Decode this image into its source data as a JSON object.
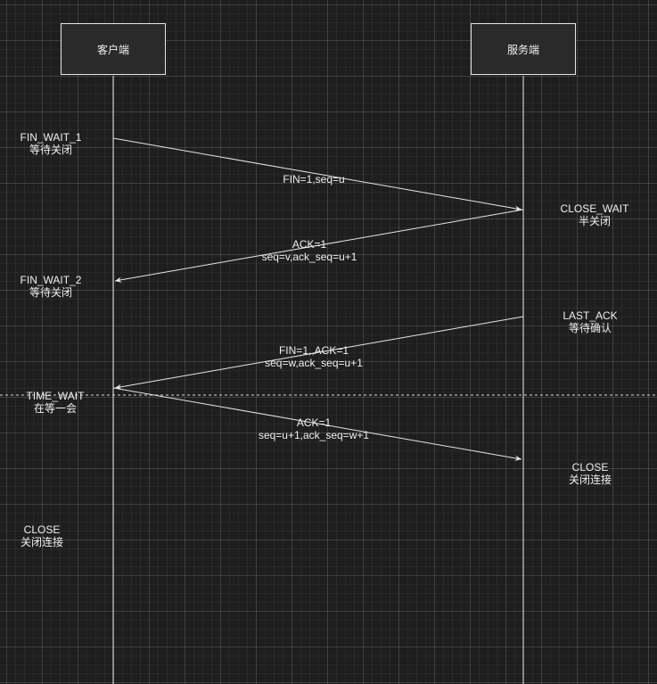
{
  "actors": {
    "client": "客户端",
    "server": "服务端"
  },
  "client_states": [
    {
      "name": "FIN_WAIT_1",
      "desc": "等待关闭"
    },
    {
      "name": "FIN_WAIT_2",
      "desc": "等待关闭"
    },
    {
      "name": "TIME_WAIT",
      "desc": "在等一会"
    },
    {
      "name": "CLOSE",
      "desc": "关闭连接"
    }
  ],
  "server_states": [
    {
      "name": "CLOSE_WAIT",
      "desc": "半关闭"
    },
    {
      "name": "LAST_ACK",
      "desc": "等待确认"
    },
    {
      "name": "CLOSE",
      "desc": "关闭连接"
    }
  ],
  "messages": [
    {
      "from": "client",
      "to": "server",
      "lines": [
        "FIN=1,seq=u"
      ]
    },
    {
      "from": "server",
      "to": "client",
      "lines": [
        "ACK=1",
        "seq=v,ack_seq=u+1"
      ]
    },
    {
      "from": "server",
      "to": "client",
      "lines": [
        "FIN=1,,ACK=1",
        "seq=w,ack_seq=u+1"
      ]
    },
    {
      "from": "client",
      "to": "server",
      "lines": [
        "ACK=1",
        "seq=u+1,ack_seq=w+1"
      ]
    }
  ],
  "colors": {
    "background": "#1e1e1e",
    "line": "#e6e6e6",
    "text": "#f0f0f0",
    "box_fill": "#2a2a2a"
  }
}
